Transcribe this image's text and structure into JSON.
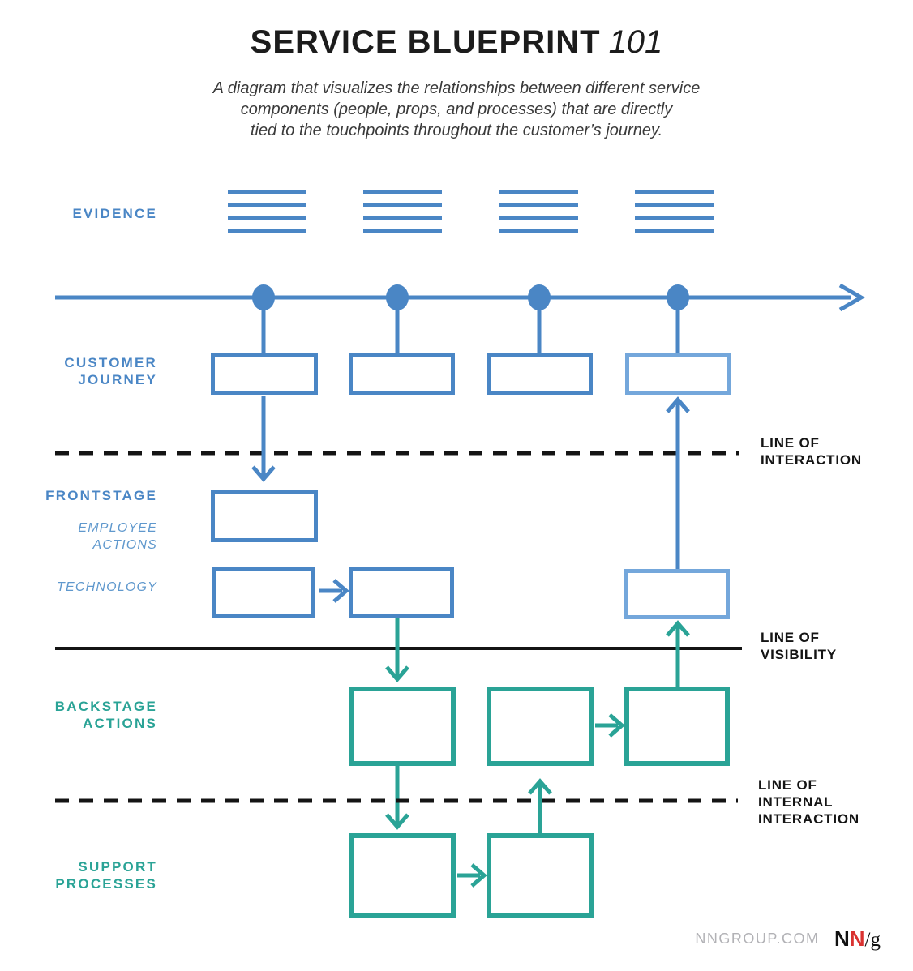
{
  "title": {
    "main": "SERVICE BLUEPRINT",
    "suffix": "101"
  },
  "subtitle": {
    "line1": "A diagram that visualizes the relationships between different service",
    "line2": "components (people, props, and processes) that are directly",
    "line3": "tied to the touchpoints throughout the customer’s journey."
  },
  "row_labels": {
    "evidence": "EVIDENCE",
    "customer_journey": [
      "CUSTOMER",
      "JOURNEY"
    ],
    "frontstage": "FRONTSTAGE",
    "employee_actions": [
      "EMPLOYEE",
      "ACTIONS"
    ],
    "technology": "TECHNOLOGY",
    "backstage_actions": [
      "BACKSTAGE",
      "ACTIONS"
    ],
    "support_processes": [
      "SUPPORT",
      "PROCESSES"
    ]
  },
  "divider_labels": {
    "interaction": [
      "LINE OF",
      "INTERACTION"
    ],
    "visibility": [
      "LINE OF",
      "VISIBILITY"
    ],
    "internal_interaction": [
      "LINE OF",
      "INTERNAL",
      "INTERACTION"
    ]
  },
  "footer": {
    "site": "NNGROUP.COM",
    "logo_n1": "N",
    "logo_n2": "N",
    "logo_sg": "/g"
  },
  "colors": {
    "blue": "#4a86c5",
    "blue_light": "#74a7db",
    "teal": "#2aa396",
    "line_black": "#141414",
    "footer_gray": "#b2b2b6",
    "logo_red": "#d93230"
  },
  "diagram_meta": {
    "evidence_groups": 4,
    "customer_journey_boxes": 4,
    "frontstage_employee_boxes": 1,
    "frontstage_technology_boxes": 3,
    "backstage_boxes": 3,
    "support_boxes": 2
  }
}
